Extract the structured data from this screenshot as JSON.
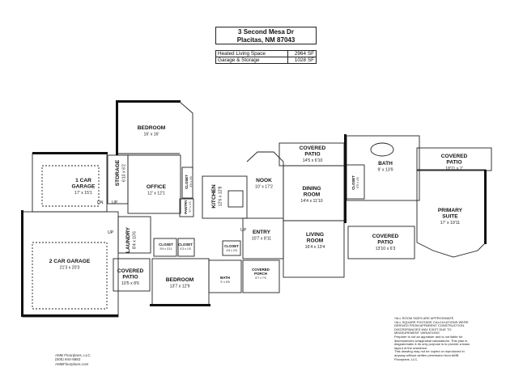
{
  "header": {
    "address_line1": "3 Second Mesa Dr",
    "address_line2": "Placitas, NM 87043"
  },
  "areas": [
    {
      "label": "Heated Living Space",
      "value": "2964 SF"
    },
    {
      "label": "Garage & Storage",
      "value": "1028 SF"
    }
  ],
  "rooms": [
    {
      "id": "bedroom-2",
      "name": "BEDROOM",
      "dim": "16' x 16'"
    },
    {
      "id": "covered-patio-nook",
      "name": "COVERED\nPATIO",
      "dim": "14'5 x 6'10"
    },
    {
      "id": "bath-primary",
      "name": "BATH",
      "dim": "9' x 13'9"
    },
    {
      "id": "covered-patio-primary",
      "name": "COVERED\nPATIO",
      "dim": "18'11 x 7'"
    },
    {
      "id": "one-car-garage",
      "name": "1 CAR\nGARAGE",
      "dim": "17' x 15'1"
    },
    {
      "id": "storage",
      "name": "STORAGE",
      "dim": "6'10 x 6'2"
    },
    {
      "id": "office",
      "name": "OFFICE",
      "dim": "12' x 12'1"
    },
    {
      "id": "closet-office",
      "name": "CLOSET",
      "dim": "3'5 x 4'6"
    },
    {
      "id": "pantry",
      "name": "PANTRY",
      "dim": "3'7 x 4'3"
    },
    {
      "id": "kitchen",
      "name": "KITCHEN",
      "dim": "12'6 x 12'8"
    },
    {
      "id": "nook",
      "name": "NOOK",
      "dim": "10' x 17'2"
    },
    {
      "id": "dining-room",
      "name": "DINING\nROOM",
      "dim": "14'4 x 11'10"
    },
    {
      "id": "closet-bath",
      "name": "CLOSET",
      "dim": "6'5 x 4'6"
    },
    {
      "id": "primary-suite",
      "name": "PRIMARY\nSUITE",
      "dim": "17' x 19'11"
    },
    {
      "id": "two-car-garage",
      "name": "2 CAR GARAGE",
      "dim": "21'3 x 20'3"
    },
    {
      "id": "laundry",
      "name": "LAUNDRY",
      "dim": "8'4 x 10'6"
    },
    {
      "id": "closet-hall",
      "name": "CLOSET",
      "dim": "5'9 x 3'11"
    },
    {
      "id": "closet-small",
      "name": "CLOSET",
      "dim": "4'3 x 1'8"
    },
    {
      "id": "entry",
      "name": "ENTRY",
      "dim": "10'7 x 8'11"
    },
    {
      "id": "closet-entry",
      "name": "CLOSET",
      "dim": "4'8 x 2'8"
    },
    {
      "id": "living-room",
      "name": "LIVING\nROOM",
      "dim": "16'4 x 13'4"
    },
    {
      "id": "covered-patio-living",
      "name": "COVERED\nPATIO",
      "dim": "13'10 x 6'3"
    },
    {
      "id": "covered-patio-garage",
      "name": "COVERED\nPATIO",
      "dim": "10'5 x 8'6"
    },
    {
      "id": "bedroom-3",
      "name": "BEDROOM",
      "dim": "13'7 x 12'9"
    },
    {
      "id": "bath-hall",
      "name": "BATH",
      "dim": "9' x 5'8"
    },
    {
      "id": "covered-porch",
      "name": "COVERED\nPORCH",
      "dim": "6'7 x 7'5"
    }
  ],
  "misc_labels": {
    "up_1": "UP",
    "up_2": "UP",
    "up_3": "UP",
    "dn": "DN"
  },
  "disclaimer": [
    "*ALL ROOM SIZES ARE APPROXIMATE",
    "*ALL SQUARE FOOTAGE CALCULATIONS WERE",
    "DERIVED FROM APPARENT CONSTRUCTION.",
    "DISCREPANCIES MAY EXIST DUE TO",
    "MEASUREMENT VARIATIONS",
    "Preparer is not an appraiser and is not liable for",
    "discrepancies w/appraisal calculations.  This plan is",
    "diagrammatic & its only purpose is to provide a basic",
    "layout of the residence.",
    "This drawing may not be copied or reproduced in",
    "anyway without written permission from AMB",
    "Floorplans, LLC."
  ],
  "company": {
    "name": "AMB Floorplans, LLC",
    "phone": "(505) 944-6882",
    "website": "AMBFloorplans.com"
  }
}
